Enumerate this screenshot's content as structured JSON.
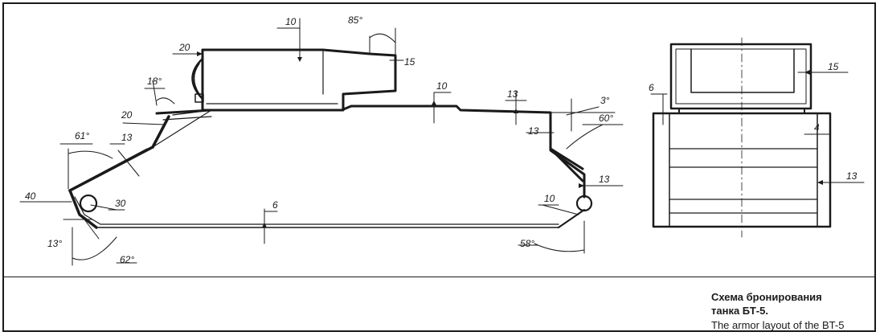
{
  "diagram": {
    "labels": {
      "turret_top": "10",
      "turret_front_angle": "85°",
      "turret_rear": "15",
      "mantlet": "20",
      "hull_top": "10",
      "upper_glacis_angle": "18°",
      "upper_glacis_thickness": "20",
      "lower_front_angle": "61°",
      "lower_front_thickness": "13",
      "nose": "40",
      "nose_bottom": "30",
      "nose_angle_small": "13°",
      "nose_angle_bottom": "62°",
      "hull_floor": "6",
      "rear_plate_upper": "13",
      "rear_step_angle": "3°",
      "rear_plate_lower": "13",
      "rear_plate_angle": "60°",
      "rear_lower_thickness": "10",
      "rear_lower_angle": "58°",
      "rear_side": "13",
      "front_view_turret": "6",
      "front_view_turret_side": "15",
      "front_view_hull_side": "4",
      "front_view_lower_side": "13"
    }
  },
  "caption": {
    "title_line1": "Схема бронирования",
    "title_line2": "танка БТ-5.",
    "subtitle": "The armor layout of the BT-5"
  }
}
